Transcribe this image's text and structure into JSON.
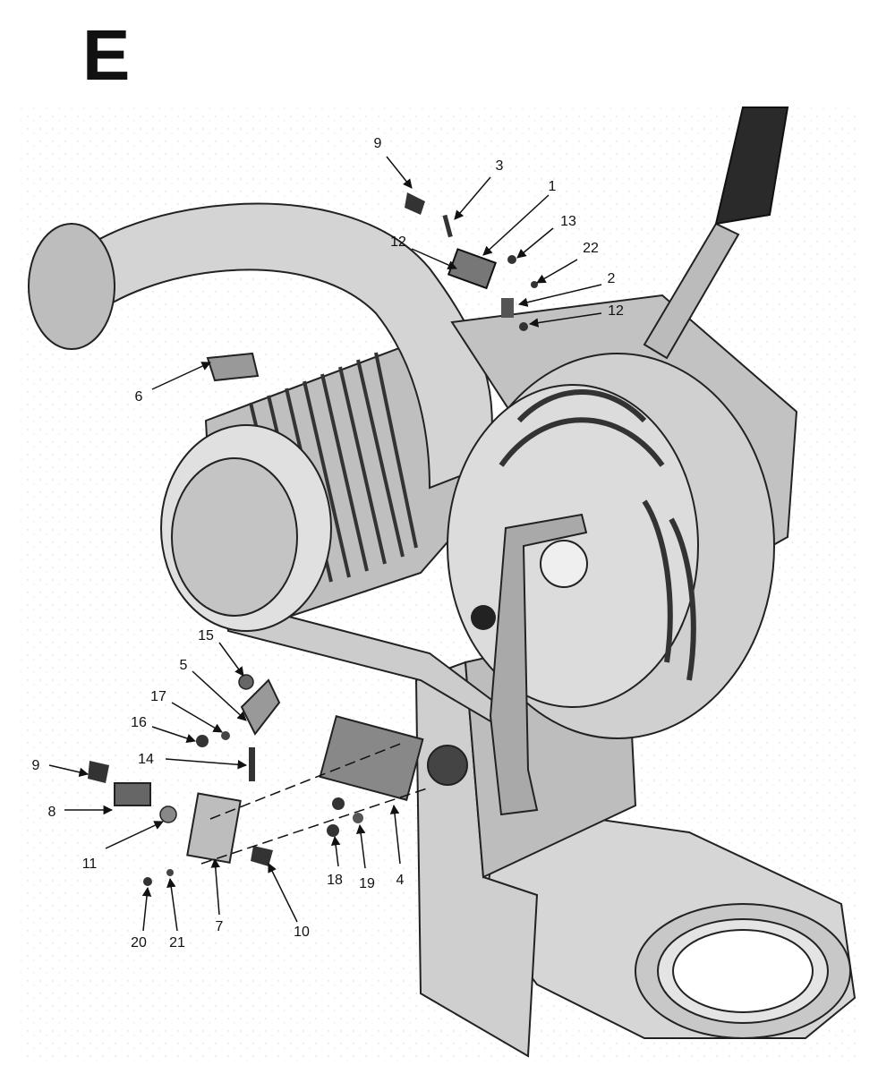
{
  "section_letter": "E",
  "colors": {
    "ink": "#111111",
    "part_fill": "#cfcfcf",
    "shadow": "#9a9a9a",
    "dark": "#2a2a2a",
    "background_speckle": "#e6e6e6"
  },
  "callouts": [
    {
      "id": "c9a",
      "text": "9"
    },
    {
      "id": "c3",
      "text": "3"
    },
    {
      "id": "c1",
      "text": "1"
    },
    {
      "id": "c13",
      "text": "13"
    },
    {
      "id": "c12a",
      "text": "12"
    },
    {
      "id": "c22",
      "text": "22"
    },
    {
      "id": "c2",
      "text": "2"
    },
    {
      "id": "c12b",
      "text": "12"
    },
    {
      "id": "c6",
      "text": "6"
    },
    {
      "id": "c15",
      "text": "15"
    },
    {
      "id": "c5",
      "text": "5"
    },
    {
      "id": "c17",
      "text": "17"
    },
    {
      "id": "c16",
      "text": "16"
    },
    {
      "id": "c14",
      "text": "14"
    },
    {
      "id": "c9b",
      "text": "9"
    },
    {
      "id": "c8",
      "text": "8"
    },
    {
      "id": "c11",
      "text": "11"
    },
    {
      "id": "c7",
      "text": "7"
    },
    {
      "id": "c10",
      "text": "10"
    },
    {
      "id": "c20",
      "text": "20"
    },
    {
      "id": "c21",
      "text": "21"
    },
    {
      "id": "c18",
      "text": "18"
    },
    {
      "id": "c19",
      "text": "19"
    },
    {
      "id": "c4",
      "text": "4"
    }
  ]
}
